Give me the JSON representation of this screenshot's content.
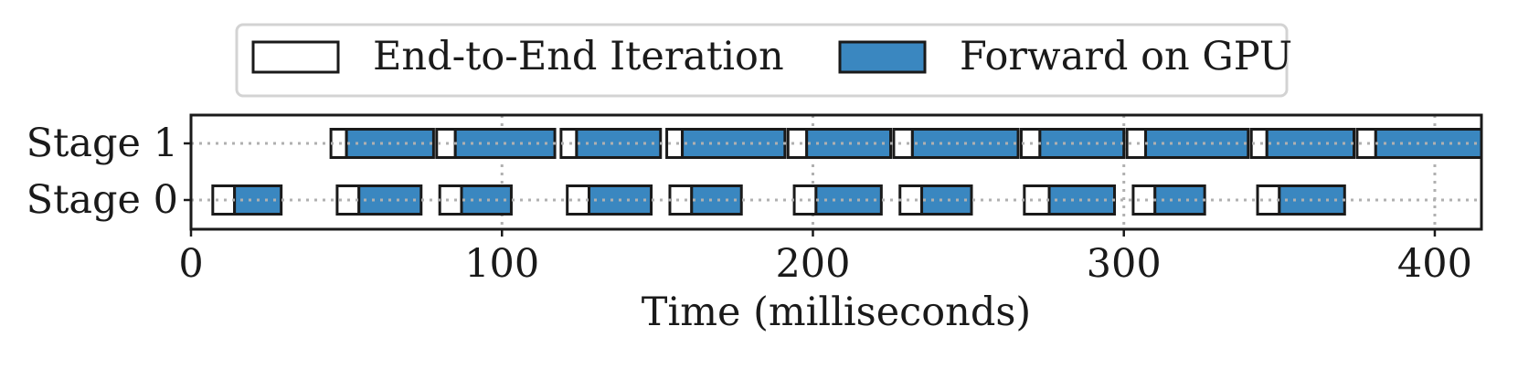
{
  "chart_data": {
    "type": "gantt",
    "xlabel": "Time (milliseconds)",
    "ylabel": "",
    "xlim": [
      0,
      415
    ],
    "xticks": [
      "0",
      "100",
      "200",
      "300",
      "400"
    ],
    "grid": true,
    "legend": {
      "placement": "top-center",
      "entries": [
        {
          "label": "End-to-End Iteration",
          "color": "#ffffff"
        },
        {
          "label": "Forward on GPU",
          "color": "#3a87c0"
        }
      ]
    },
    "rows": [
      {
        "name": "Stage 0",
        "iterations": [
          {
            "start": 7,
            "end": 29,
            "forward_start": 14
          },
          {
            "start": 47,
            "end": 74,
            "forward_start": 54
          },
          {
            "start": 80,
            "end": 103,
            "forward_start": 87
          },
          {
            "start": 121,
            "end": 148,
            "forward_start": 128
          },
          {
            "start": 154,
            "end": 177,
            "forward_start": 161
          },
          {
            "start": 194,
            "end": 222,
            "forward_start": 201
          },
          {
            "start": 228,
            "end": 251,
            "forward_start": 235
          },
          {
            "start": 268,
            "end": 297,
            "forward_start": 276
          },
          {
            "start": 303,
            "end": 326,
            "forward_start": 310
          },
          {
            "start": 343,
            "end": 371,
            "forward_start": 350
          }
        ]
      },
      {
        "name": "Stage 1",
        "iterations": [
          {
            "start": 45,
            "end": 78,
            "forward_start": 50
          },
          {
            "start": 79,
            "end": 117,
            "forward_start": 85
          },
          {
            "start": 119,
            "end": 151,
            "forward_start": 124
          },
          {
            "start": 153,
            "end": 191,
            "forward_start": 158
          },
          {
            "start": 192,
            "end": 225,
            "forward_start": 198
          },
          {
            "start": 226,
            "end": 266,
            "forward_start": 232
          },
          {
            "start": 267,
            "end": 300,
            "forward_start": 273
          },
          {
            "start": 301,
            "end": 340,
            "forward_start": 307
          },
          {
            "start": 341,
            "end": 374,
            "forward_start": 346
          },
          {
            "start": 375,
            "end": 415,
            "forward_start": 381
          }
        ]
      }
    ]
  }
}
